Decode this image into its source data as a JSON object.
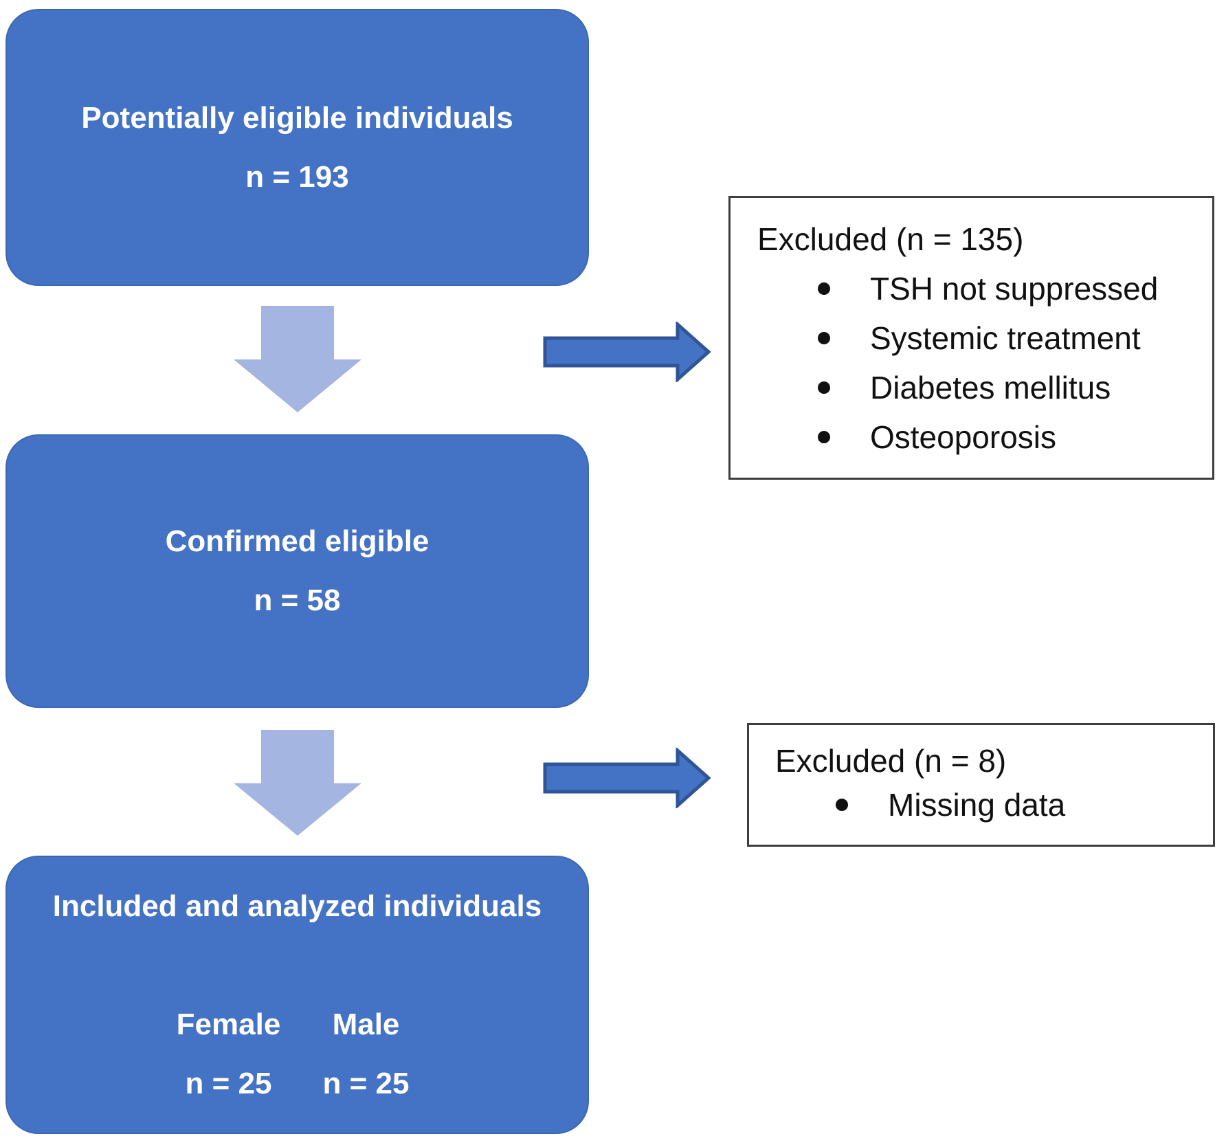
{
  "diagram": {
    "boxes": {
      "box1": {
        "title": "Potentially eligible individuals",
        "count": "n = 193"
      },
      "box2": {
        "title": "Confirmed eligible",
        "count": "n = 58"
      },
      "box3": {
        "title": "Included and analyzed individuals",
        "groups": [
          {
            "label": "Female",
            "count": "n = 25"
          },
          {
            "label": "Male",
            "count": "n = 25"
          }
        ]
      },
      "excluded1": {
        "title": "Excluded (n = 135)",
        "bullets": [
          "TSH not suppressed",
          "Systemic treatment",
          "Diabetes mellitus",
          "Osteoporosis"
        ]
      },
      "excluded2": {
        "title": "Excluded (n = 8)",
        "bullets": [
          "Missing data"
        ]
      }
    },
    "icons": {
      "down_arrow": "down-arrow-icon",
      "flow_arrow": "right-arrow-icon"
    },
    "colors": {
      "box_fill": "#4472C4",
      "down_arrow_fill": "#A5B5E1",
      "flow_arrow_fill": "#4472C4",
      "flow_arrow_stroke": "#2F5597",
      "excluded_border": "#3D3D3D",
      "text_on_blue": "#FFFFFF",
      "text_dark": "#111111"
    }
  }
}
